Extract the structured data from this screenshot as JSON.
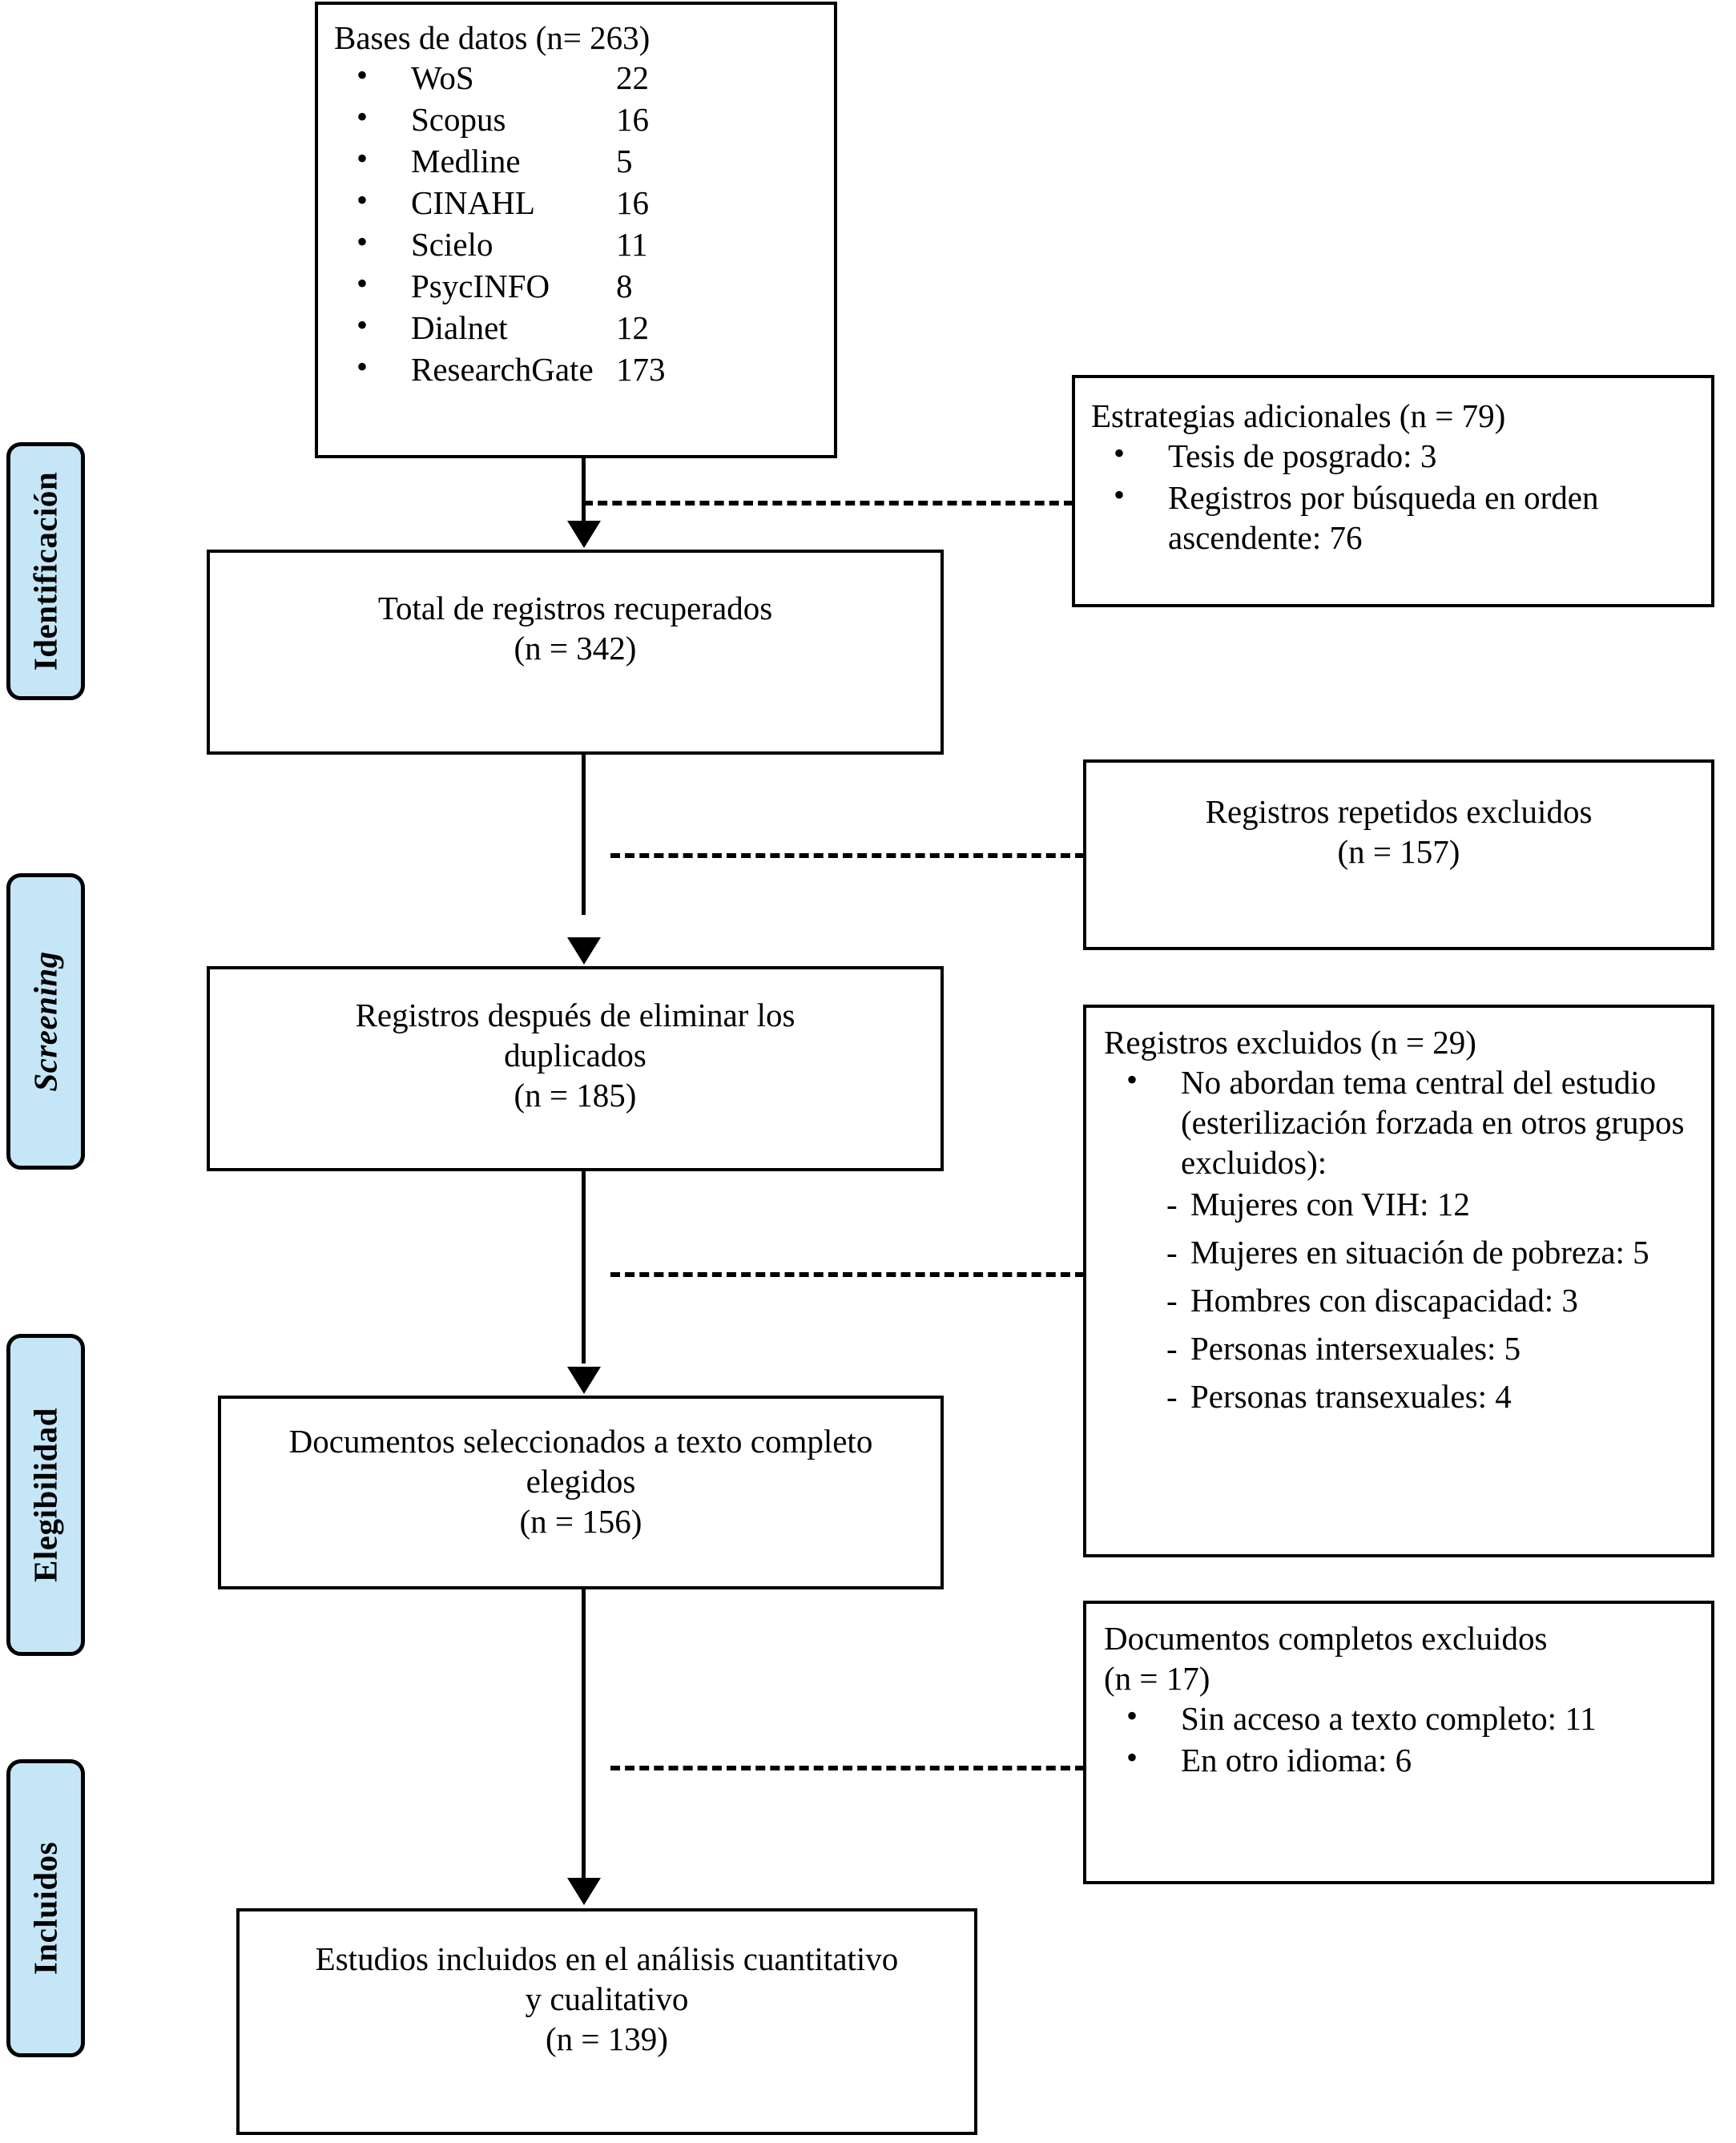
{
  "diagram": {
    "title": "PRISMA flow diagram",
    "accent_color": "#c5e6f7",
    "line_color": "#000000",
    "stages": [
      {
        "label": "Identificación",
        "style": "bold"
      },
      {
        "label": "Screening",
        "style": "bold-italic"
      },
      {
        "label": "Elegibilidad",
        "style": "bold"
      },
      {
        "label": "Incluidos",
        "style": "bold"
      }
    ],
    "boxes": {
      "databases": {
        "heading": "Bases de datos (n= 263)",
        "rows": [
          {
            "name": "WoS",
            "count": "22"
          },
          {
            "name": "Scopus",
            "count": "16"
          },
          {
            "name": "Medline",
            "count": "5"
          },
          {
            "name": "CINAHL",
            "count": "16"
          },
          {
            "name": "Scielo",
            "count": "11"
          },
          {
            "name": "PsycINFO",
            "count": "8"
          },
          {
            "name": "Dialnet",
            "count": "12"
          },
          {
            "name": "ResearchGate",
            "count": "173"
          }
        ]
      },
      "additional_strategies": {
        "heading": "Estrategias adicionales (n = 79)",
        "items": [
          "Tesis de posgrado: 3",
          "Registros por búsqueda en orden ascendente: 76"
        ]
      },
      "total_records": {
        "line1": "Total de registros recuperados",
        "line2": "(n = 342)"
      },
      "duplicates_excluded": {
        "line1": "Registros repetidos excluidos",
        "line2": "(n = 157)"
      },
      "after_duplicates": {
        "line1": "Registros después de eliminar los",
        "line2": "duplicados",
        "line3": "(n = 185)"
      },
      "records_excluded": {
        "heading": "Registros excluidos (n = 29)",
        "bullet": "No abordan tema central del estudio (esterilización forzada en otros grupos excluidos):",
        "subitems": [
          "Mujeres con VIH: 12",
          "Mujeres en situación de pobreza: 5",
          "Hombres con discapacidad: 3",
          "Personas intersexuales: 5",
          "Personas transexuales: 4"
        ]
      },
      "full_text_selected": {
        "line1": "Documentos seleccionados a texto completo",
        "line2": "elegidos",
        "line3": "(n = 156)"
      },
      "full_text_excluded": {
        "line1": "Documentos completos excluidos",
        "line2": "(n = 17)",
        "items": [
          "Sin acceso a texto completo: 11",
          "En otro idioma: 6"
        ]
      },
      "included_studies": {
        "line1": "Estudios incluidos en el análisis cuantitativo",
        "line2": "y cualitativo",
        "line3": "(n = 139)"
      }
    }
  }
}
